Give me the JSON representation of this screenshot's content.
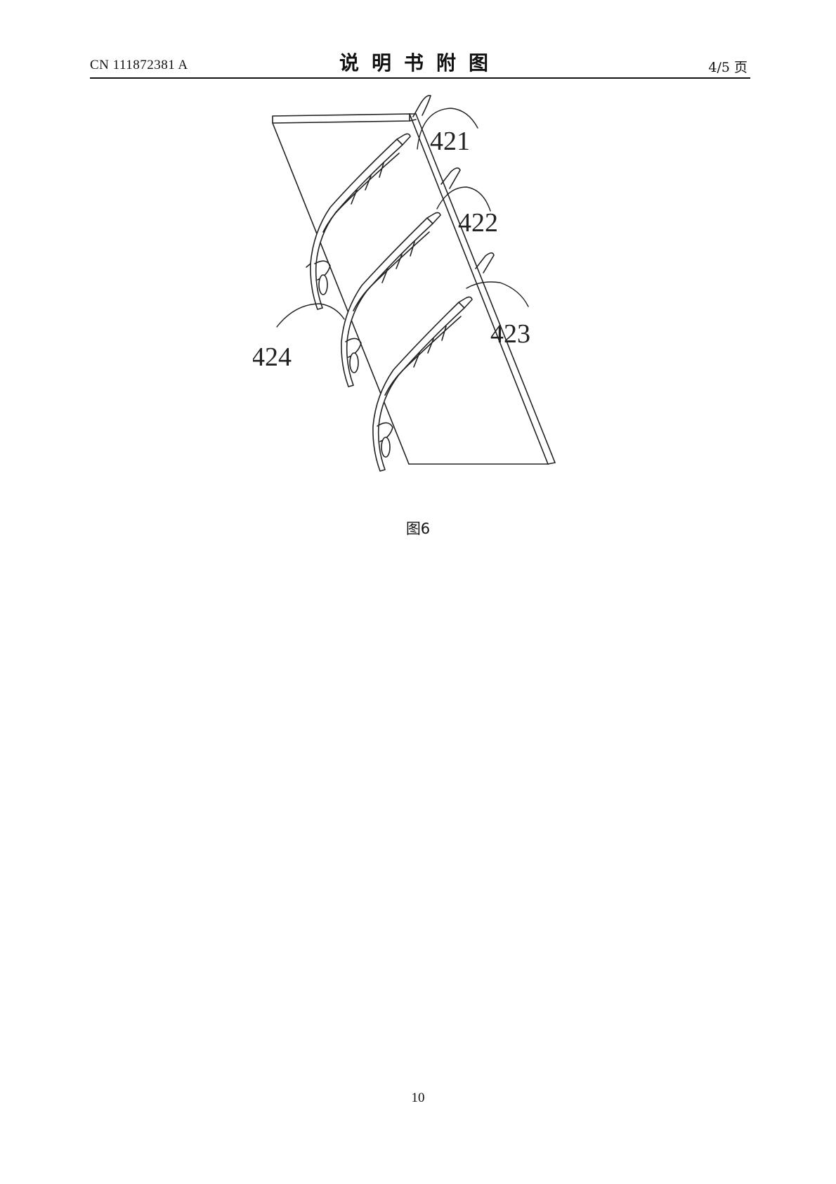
{
  "header": {
    "publication_number": "CN 111872381 A",
    "title": "说明书附图",
    "page_count": "4/5 页"
  },
  "figure": {
    "labels": {
      "l421": "421",
      "l422": "422",
      "l423": "423",
      "l424": "424"
    },
    "caption": "图6"
  },
  "footer": {
    "page_number": "10"
  }
}
